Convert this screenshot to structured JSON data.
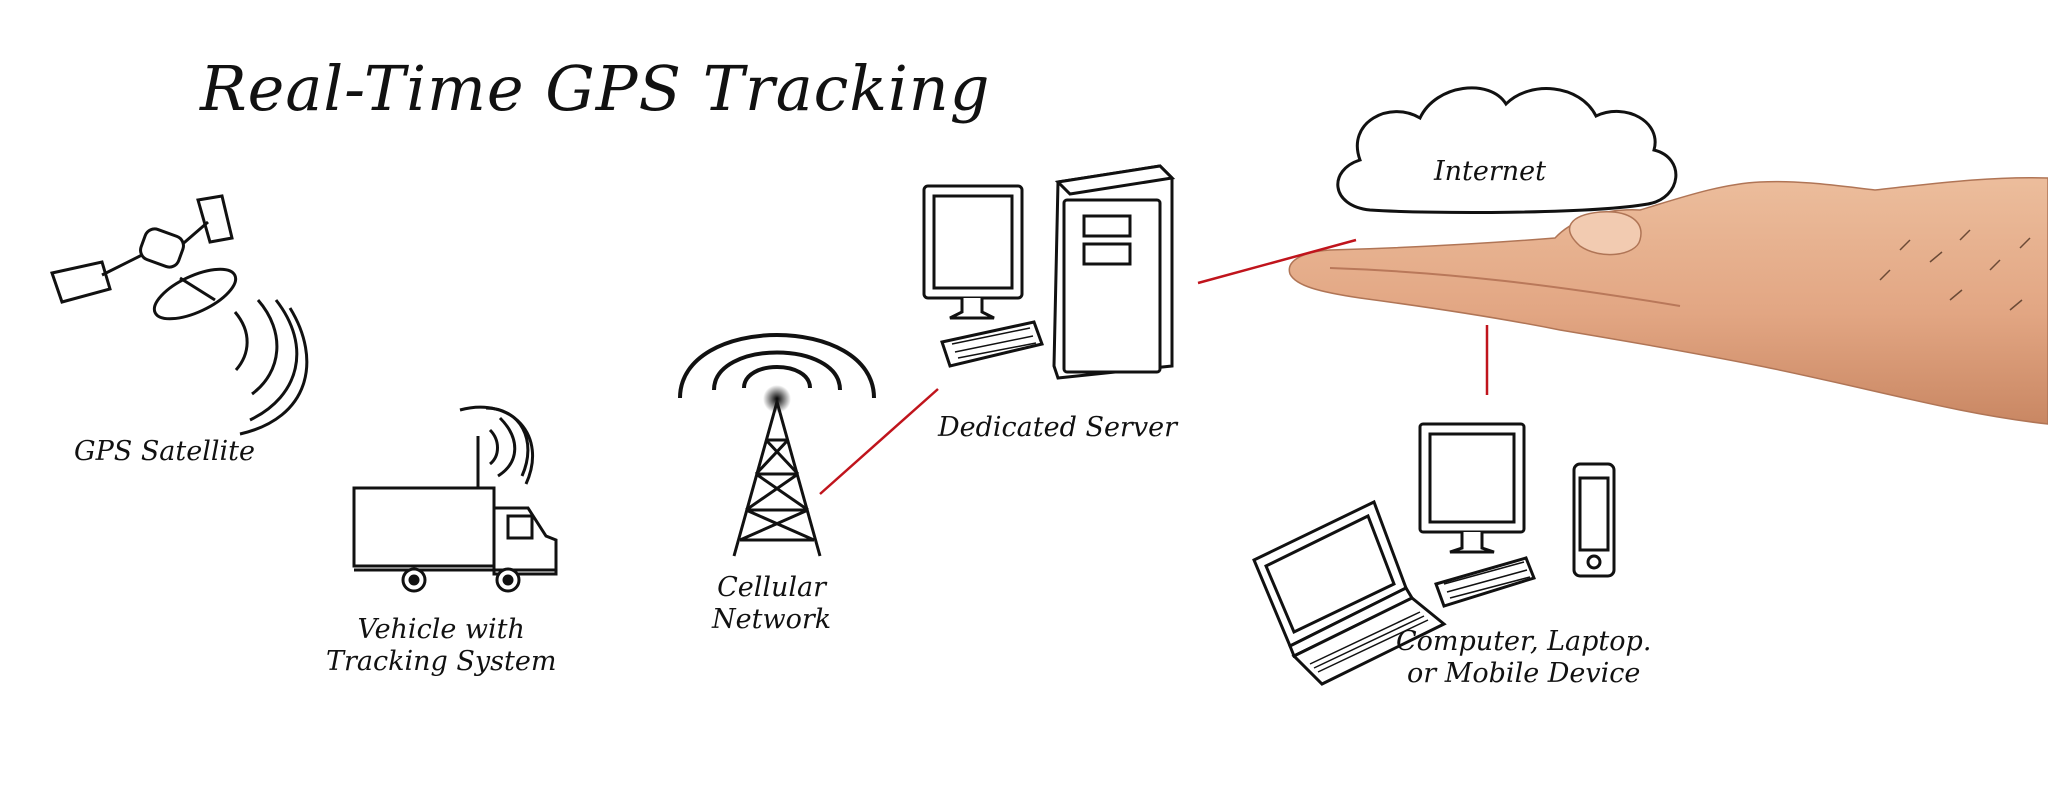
{
  "title": "Real-Time GPS Tracking",
  "nodes": {
    "satellite": {
      "label": "GPS Satellite"
    },
    "vehicle": {
      "line1": "Vehicle with",
      "line2": "Tracking System"
    },
    "cellular": {
      "line1": "Cellular",
      "line2": "Network"
    },
    "server": {
      "label": "Dedicated Server"
    },
    "internet": {
      "label": "Internet"
    },
    "devices": {
      "line1": "Computer, Laptop.",
      "line2": "or Mobile Device"
    }
  },
  "colors": {
    "ink": "#111111",
    "connector": "#c0141c",
    "skin": "#e8b08f",
    "skin_shadow": "#c98763"
  }
}
